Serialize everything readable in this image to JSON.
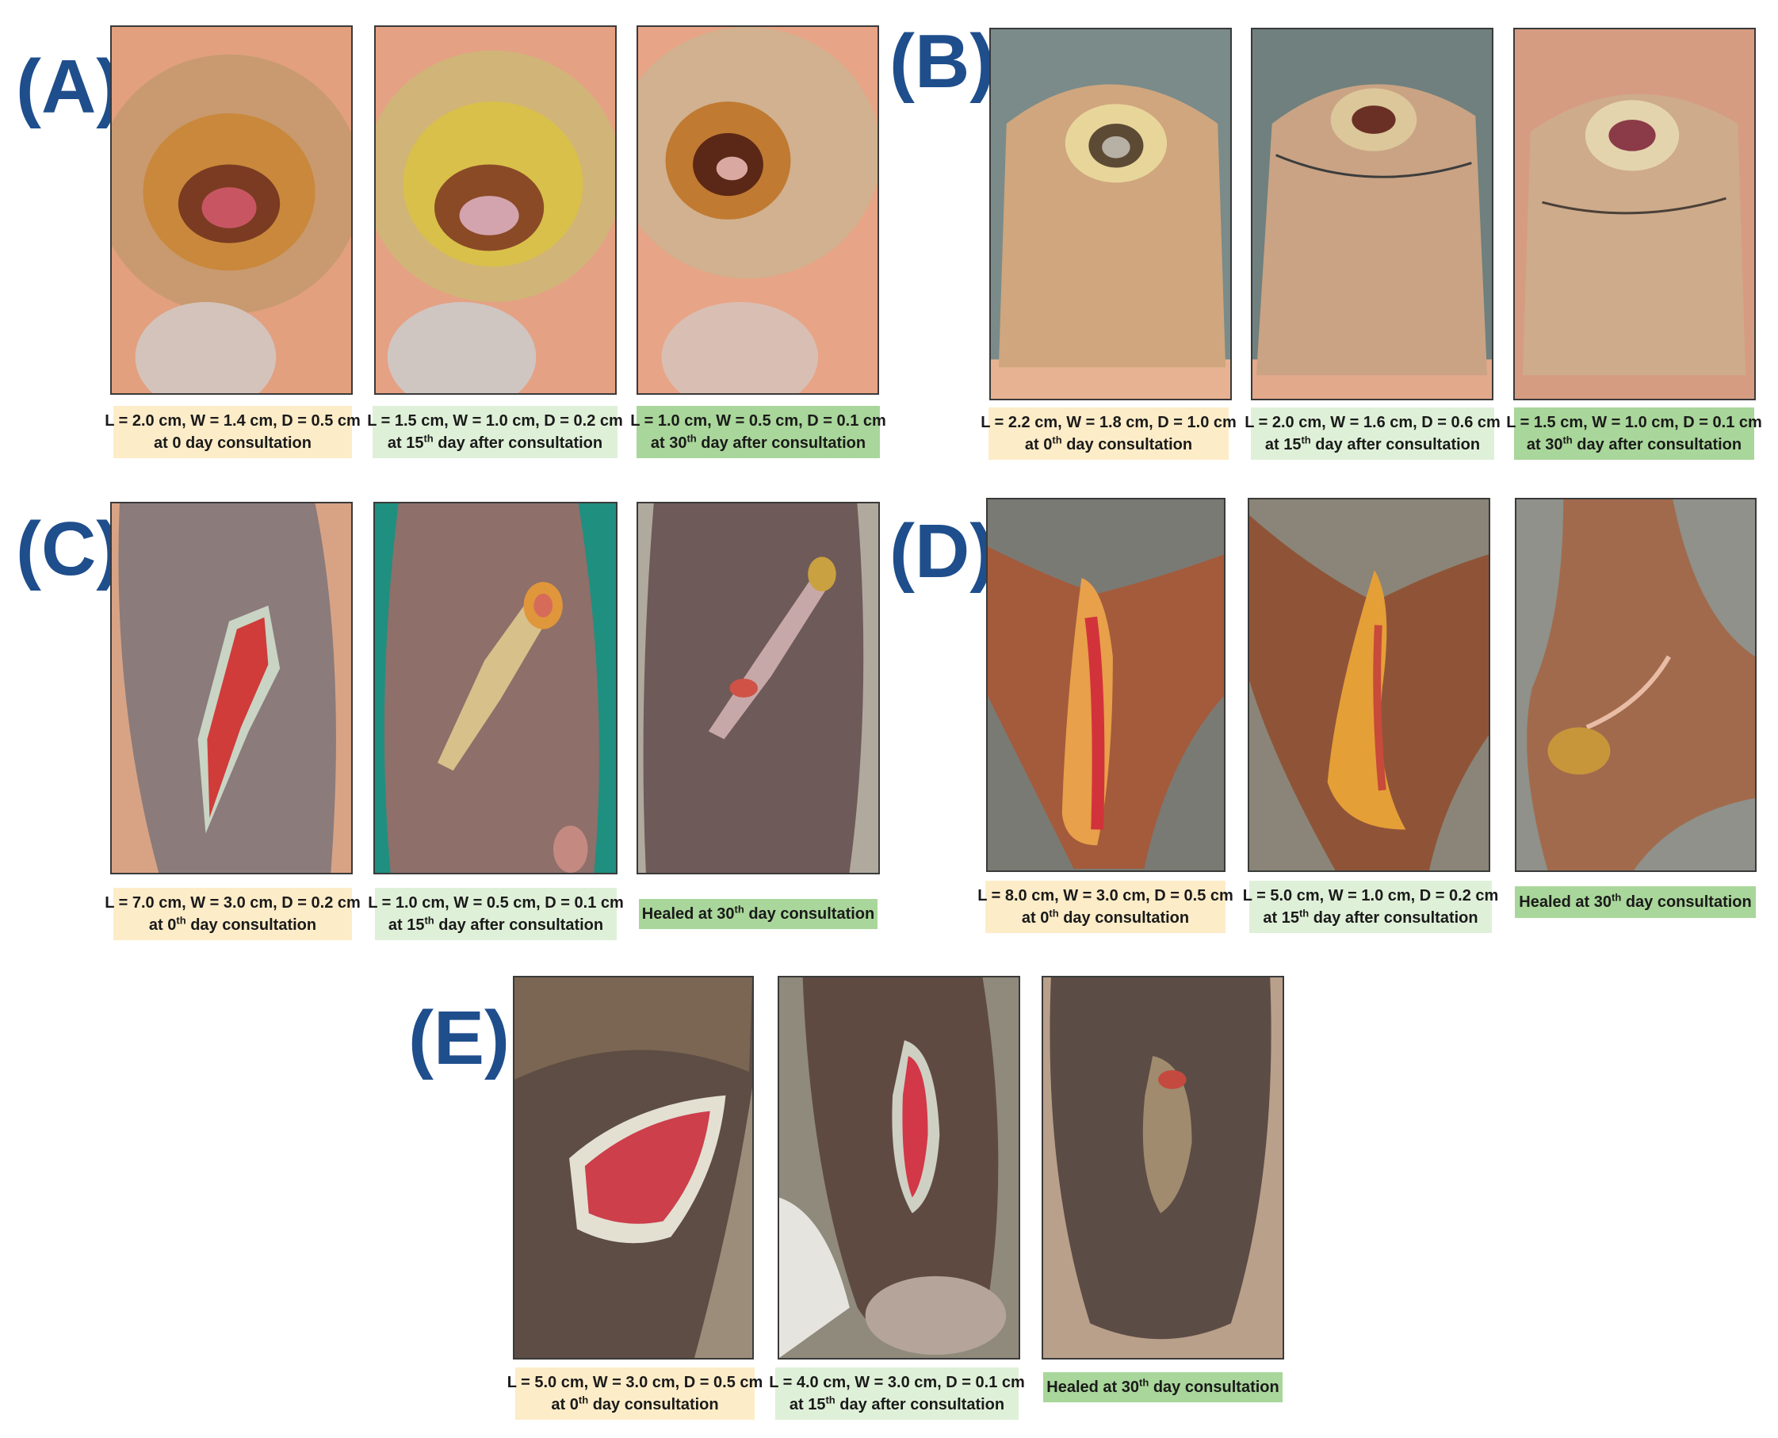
{
  "colors": {
    "label": "#1f4e8c",
    "caption_day0": "#fdecc8",
    "caption_day15": "#dff0d8",
    "caption_day30": "#a9d69a"
  },
  "panels": [
    {
      "label": "(A)",
      "photos": [
        {
          "alt": "foot ulcer photo at day 0",
          "line1": "L = 2.0 cm, W = 1.4 cm, D = 0.5 cm",
          "line2_pre": "at 0 day consultation",
          "line2_sup": "",
          "line2_post": ""
        },
        {
          "alt": "foot ulcer photo at day 15",
          "line1": "L = 1.5 cm, W = 1.0 cm, D = 0.2 cm",
          "line2_pre": "at 15",
          "line2_sup": "th",
          "line2_post": " day after consultation"
        },
        {
          "alt": "foot ulcer photo at day 30",
          "line1": "L = 1.0 cm, W = 0.5 cm, D = 0.1 cm",
          "line2_pre": "at 30",
          "line2_sup": "th",
          "line2_post": " day after consultation"
        }
      ]
    },
    {
      "label": "(B)",
      "photos": [
        {
          "alt": "heel ulcer photo at day 0",
          "line1": "L = 2.2 cm, W = 1.8 cm, D = 1.0 cm",
          "line2_pre": "at 0",
          "line2_sup": "th",
          "line2_post": " day consultation"
        },
        {
          "alt": "heel ulcer photo at day 15",
          "line1": "L = 2.0 cm, W = 1.6 cm, D = 0.6 cm",
          "line2_pre": "at 15",
          "line2_sup": "th",
          "line2_post": " day after consultation"
        },
        {
          "alt": "heel ulcer photo at day 30",
          "line1": "L = 1.5 cm, W = 1.0 cm, D = 0.1 cm",
          "line2_pre": "at 30",
          "line2_sup": "th",
          "line2_post": " day after consultation"
        }
      ]
    },
    {
      "label": "(C)",
      "photos": [
        {
          "alt": "dorsal foot wound at day 0",
          "line1": "L = 7.0 cm, W = 3.0 cm, D = 0.2 cm",
          "line2_pre": "at 0",
          "line2_sup": "th",
          "line2_post": " day consultation"
        },
        {
          "alt": "dorsal foot wound at day 15",
          "line1": "L = 1.0 cm, W = 0.5 cm, D = 0.1 cm",
          "line2_pre": "at 15",
          "line2_sup": "th",
          "line2_post": " day after consultation"
        },
        {
          "alt": "dorsal foot wound healed",
          "line1": "",
          "line2_pre": "Healed at 30",
          "line2_sup": "th",
          "line2_post": " day consultation"
        }
      ]
    },
    {
      "label": "(D)",
      "photos": [
        {
          "alt": "ankle wound at day 0",
          "line1": "L = 8.0 cm, W = 3.0 cm, D = 0.5 cm",
          "line2_pre": "at 0",
          "line2_sup": "th",
          "line2_post": " day consultation"
        },
        {
          "alt": "ankle wound at day 15",
          "line1": "L = 5.0 cm, W = 1.0 cm, D = 0.2 cm",
          "line2_pre": "at 15",
          "line2_sup": "th",
          "line2_post": " day after consultation"
        },
        {
          "alt": "ankle wound healed",
          "line1": "",
          "line2_pre": "Healed at 30",
          "line2_sup": "th",
          "line2_post": " day consultation"
        }
      ]
    },
    {
      "label": "(E)",
      "photos": [
        {
          "alt": "heel wound at day 0",
          "line1": "L = 5.0 cm, W = 3.0 cm, D = 0.5 cm",
          "line2_pre": "at 0",
          "line2_sup": "th",
          "line2_post": " day consultation"
        },
        {
          "alt": "heel wound at day 15",
          "line1": "L = 4.0 cm, W = 3.0 cm, D = 0.1 cm",
          "line2_pre": "at 15",
          "line2_sup": "th",
          "line2_post": " day after consultation"
        },
        {
          "alt": "heel wound healed",
          "line1": "",
          "line2_pre": "Healed at 30",
          "line2_sup": "th",
          "line2_post": " day consultation"
        }
      ]
    }
  ]
}
